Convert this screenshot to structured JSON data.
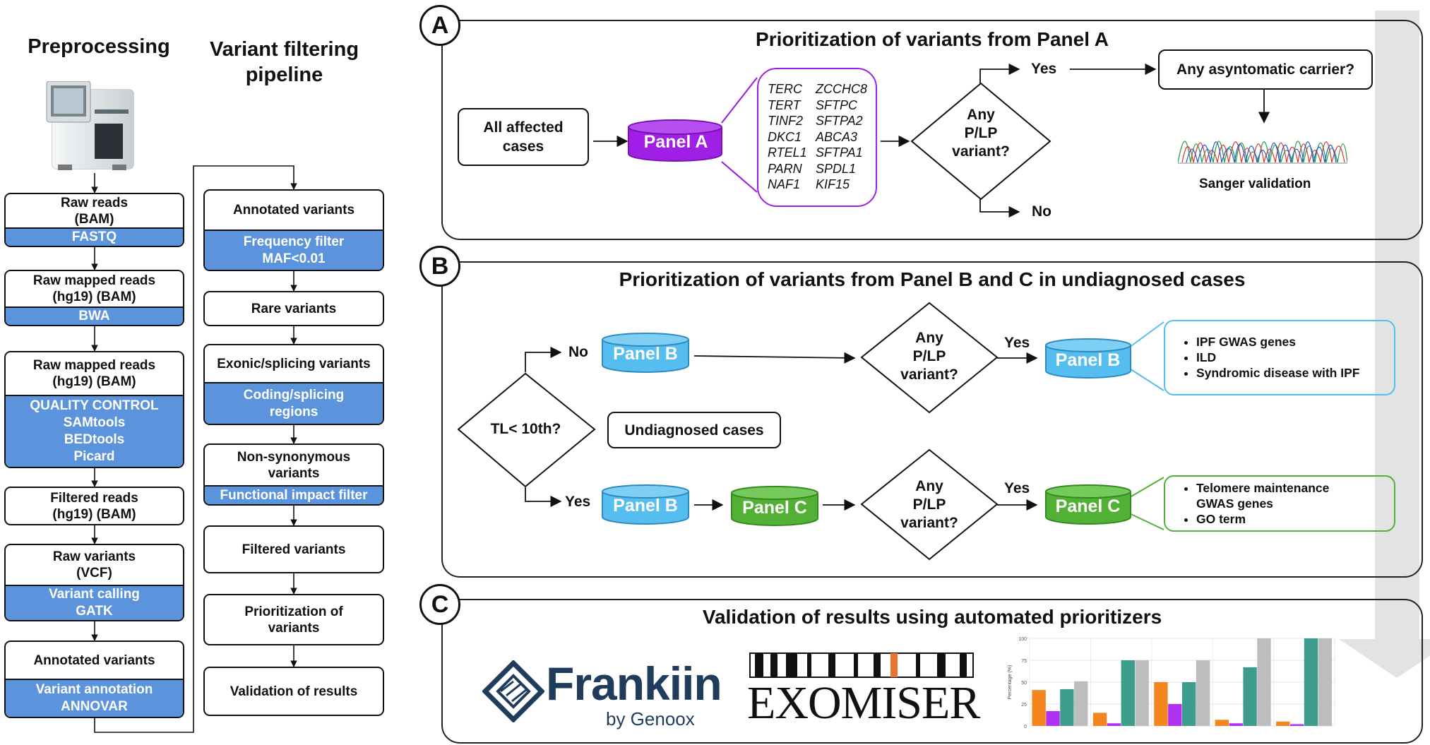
{
  "left": {
    "preprocessing_title": "Preprocessing",
    "pipeline_title_1": "Variant filtering",
    "pipeline_title_2": "pipeline",
    "pre_steps": [
      {
        "w": [
          "Raw reads",
          "(BAM)"
        ],
        "b": [
          "FASTQ"
        ]
      },
      {
        "w": [
          "Raw mapped reads",
          "(hg19) (BAM)"
        ],
        "b": [
          "BWA"
        ]
      },
      {
        "w": [
          "Raw mapped reads",
          "(hg19) (BAM)"
        ],
        "b": [
          "QUALITY CONTROL",
          "SAMtools",
          "BEDtools",
          "Picard"
        ]
      },
      {
        "w": [
          "Filtered reads",
          "(hg19) (BAM)"
        ],
        "b": []
      },
      {
        "w": [
          "Raw variants",
          "(VCF)"
        ],
        "b": [
          "Variant calling",
          "GATK"
        ]
      },
      {
        "w": [
          "Annotated variants"
        ],
        "b": [
          "Variant annotation",
          "ANNOVAR"
        ]
      }
    ],
    "filter_steps": [
      {
        "w": [
          "Annotated variants"
        ],
        "b": [
          "Frequency filter",
          "MAF<0.01"
        ]
      },
      {
        "w": [
          "Rare variants"
        ],
        "b": []
      },
      {
        "w": [
          "Exonic/splicing variants"
        ],
        "b": [
          "Coding/splicing",
          "regions"
        ]
      },
      {
        "w": [
          "Non-synonymous",
          "variants"
        ],
        "b": [
          "Functional impact filter"
        ]
      },
      {
        "w": [
          "Filtered variants"
        ],
        "b": []
      },
      {
        "w": [
          "Prioritization of",
          "variants"
        ],
        "b": []
      },
      {
        "w": [
          "Validation of results"
        ],
        "b": []
      }
    ]
  },
  "panelA": {
    "letter": "A",
    "title": "Prioritization of variants from Panel A",
    "all_affected_1": "All affected",
    "all_affected_2": "cases",
    "panel_label": "Panel A",
    "genes_col1": [
      "TERC",
      "TERT",
      "TINF2",
      "DKC1",
      "RTEL1",
      "PARN",
      "NAF1"
    ],
    "genes_col2": [
      "ZCCHC8",
      "SFTPC",
      "SFTPA2",
      "ABCA3",
      "SFTPA1",
      "SPDL1",
      "KIF15"
    ],
    "diamond": [
      "Any",
      "P/LP",
      "variant?"
    ],
    "yes": "Yes",
    "no": "No",
    "carrier": "Any asyntomatic carrier?",
    "sanger": "Sanger validation"
  },
  "panelB": {
    "letter": "B",
    "title": "Prioritization of variants from Panel B and C in undiagnosed cases",
    "tl_diamond": "TL< 10th?",
    "no": "No",
    "yes": "Yes",
    "undiagnosed": "Undiagnosed cases",
    "panel_b": "Panel B",
    "panel_c": "Panel C",
    "diamond": [
      "Any",
      "P/LP",
      "variant?"
    ],
    "yes_top": "Yes",
    "yes_bottom": "Yes",
    "list_b": [
      "IPF GWAS genes",
      "ILD",
      "Syndromic disease with IPF"
    ],
    "list_c": [
      "Telomere maintenance GWAS genes",
      "GO term"
    ]
  },
  "panelC": {
    "letter": "C",
    "title": "Validation of results using automated prioritizers",
    "franklin": "Frankiin",
    "genoox": "by Genoox",
    "exomiser": "EXOMISER",
    "chart_ylabel": "Percentage (%)"
  },
  "chart_data": {
    "type": "bar",
    "ylabel": "Percentage (%)",
    "ylim": [
      0,
      100
    ],
    "yticks": [
      0,
      25,
      50,
      75,
      100
    ],
    "groups": 5,
    "series": [
      {
        "color": "#f4861f",
        "values": [
          41,
          15,
          50,
          7,
          5
        ]
      },
      {
        "color": "#b131f0",
        "values": [
          17,
          3,
          25,
          3,
          2
        ]
      },
      {
        "color": "#3e9c8c",
        "values": [
          42,
          75,
          50,
          67,
          100
        ]
      },
      {
        "color": "#bdbdbd",
        "values": [
          51,
          75,
          75,
          100,
          100
        ]
      }
    ]
  },
  "colors": {
    "blue_fill": "#5b94dd",
    "panel_a": "#a11ee6",
    "panel_b": "#55bdf0",
    "panel_c": "#52b135",
    "franklin_blue": "#1f3c5c",
    "franklin_teal": "#22a6b3",
    "exomiser_orange": "#e8732e"
  }
}
